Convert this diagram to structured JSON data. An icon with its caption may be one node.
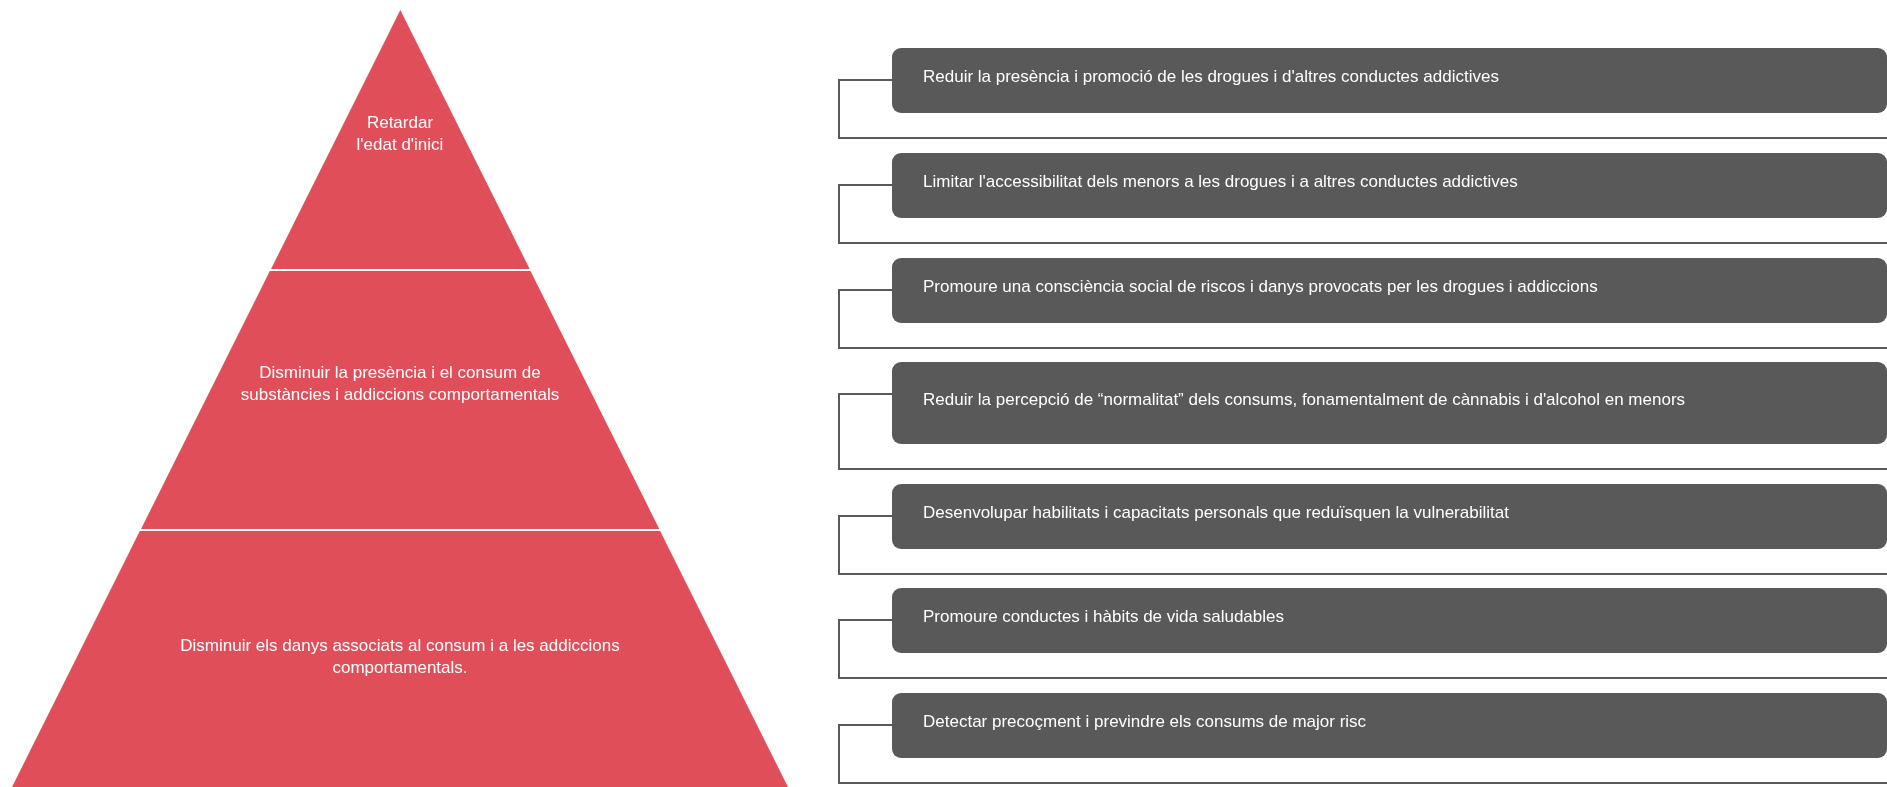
{
  "diagram": {
    "nodes": [
      {
        "text": [
          "Retardar l'edat d'inici"
        ]
      },
      {
        "text": [
          "Disminuir la presència i el consum de substàncies i addiccions comportamentals"
        ]
      },
      {
        "text": [
          "Disminuir els danys associats al consum i a les addiccions comportamentals."
        ]
      },
      {
        "text": [
          "Reduir la presència i promoció de les drogues i d'altres conductes addictives"
        ]
      },
      {
        "text": [
          "Limitar l'accessibilitat dels menors a les drogues i a altres conductes addictives"
        ]
      },
      {
        "text": [
          "Promoure una consciència social de riscos i danys provocats per les drogues i addiccions"
        ]
      },
      {
        "text": [
          "Reduir la percepció de “normalitat” dels consums, fonamentalment de cànnabis i d'alcohol en menors"
        ]
      },
      {
        "text": [
          "Desenvolupar habilitats i capacitats personals que reduïsquen la vulnerabilitat"
        ]
      },
      {
        "text": [
          "Promoure conductes i hàbits de vida saludables"
        ]
      },
      {
        "text": [
          "Detectar precoçment i previndre els consums de major risc"
        ]
      }
    ]
  }
}
